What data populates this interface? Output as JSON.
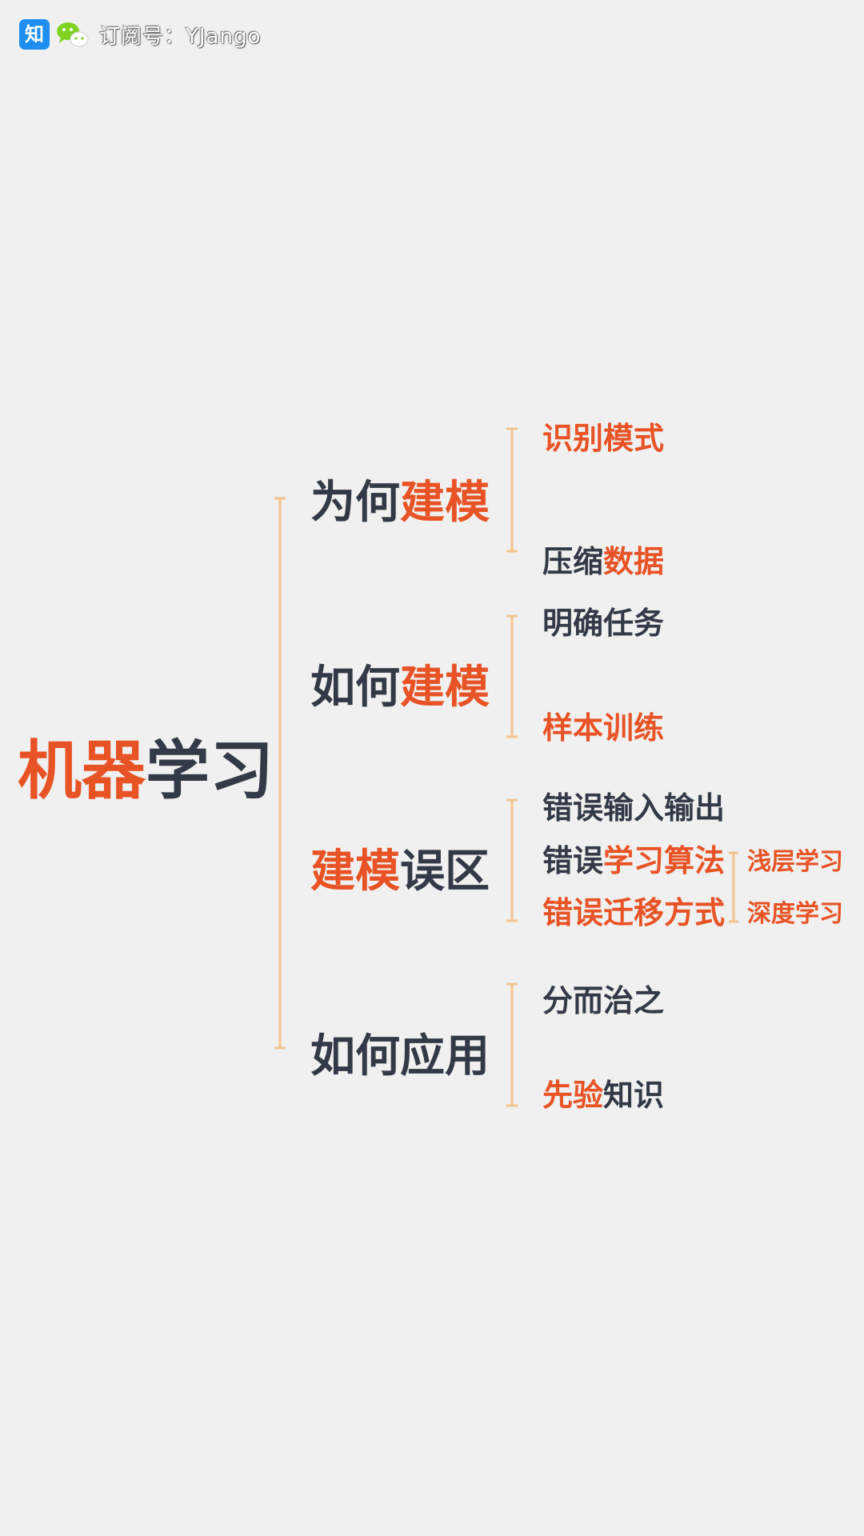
{
  "watermark": {
    "zhihu_logo_char": "知",
    "text": "订阅号：YJango"
  },
  "colors": {
    "dark": "#333a47",
    "accent": "#e85325",
    "bracket": "#f3c28d",
    "background": "#f0f0f0"
  },
  "mindmap": {
    "root": {
      "part1": "机器",
      "part2": "学习"
    },
    "branches": [
      {
        "part1": "为何",
        "part2": "建模",
        "items": [
          {
            "part1": "识别模式",
            "part2": ""
          },
          {
            "part1": "压缩",
            "part2": "数据"
          }
        ]
      },
      {
        "part1": "如何",
        "part2": "建模",
        "items": [
          {
            "part1": "明确任务",
            "part2": ""
          },
          {
            "part1": "样本训练",
            "part2": ""
          }
        ]
      },
      {
        "part1": "建模",
        "part2": "误区",
        "items": [
          {
            "part1": "错误输入输出",
            "part2": ""
          },
          {
            "part1": "错误",
            "part2": "学习算法"
          },
          {
            "part1": "错误迁移方式",
            "part2": ""
          }
        ],
        "subitems": [
          {
            "label": "浅层学习"
          },
          {
            "label": "深度学习"
          }
        ]
      },
      {
        "part1": "如何",
        "part2": "应用",
        "items": [
          {
            "part1": "分而治之",
            "part2": ""
          },
          {
            "part1": "先验",
            "part2": "知识"
          }
        ]
      }
    ]
  }
}
